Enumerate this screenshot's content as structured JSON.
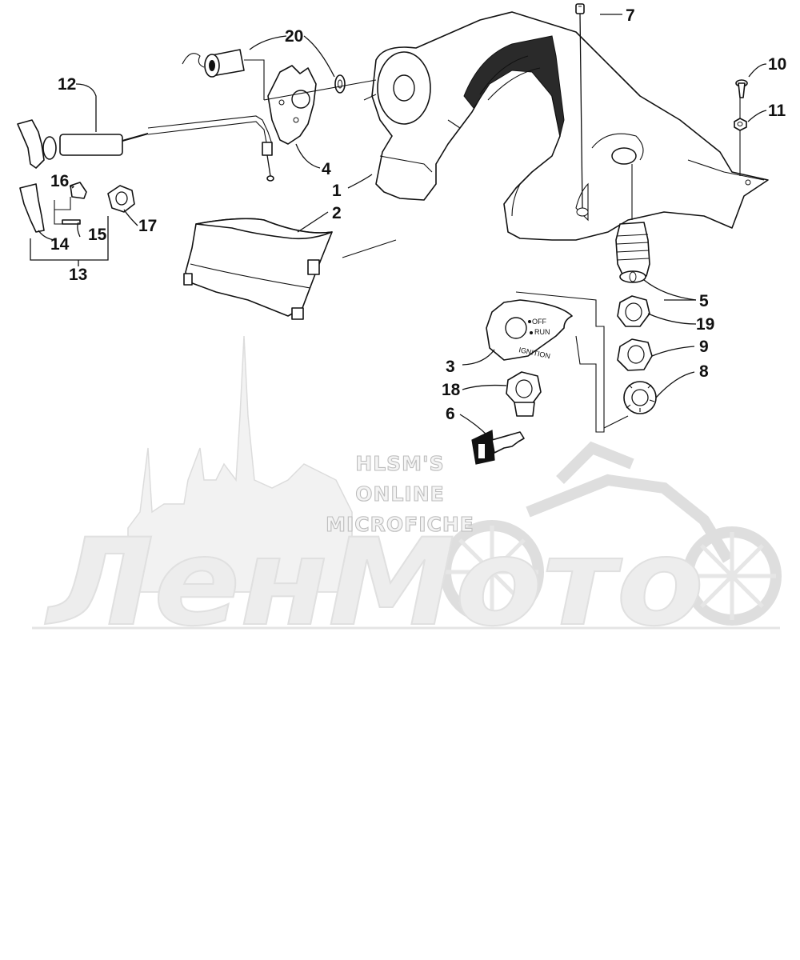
{
  "watermark": {
    "line1": "HLSM'S",
    "line2": "ONLINE",
    "line3": "MICROFICHE",
    "brand": "ЛенМото"
  },
  "switch_plate_text": {
    "ignition": "IGNITION",
    "off": "OFF",
    "run": "RUN"
  },
  "callouts": [
    {
      "id": "1",
      "label": "1"
    },
    {
      "id": "2",
      "label": "2"
    },
    {
      "id": "3",
      "label": "3"
    },
    {
      "id": "4",
      "label": "4"
    },
    {
      "id": "5",
      "label": "5"
    },
    {
      "id": "6",
      "label": "6"
    },
    {
      "id": "7",
      "label": "7"
    },
    {
      "id": "8",
      "label": "8"
    },
    {
      "id": "9",
      "label": "9"
    },
    {
      "id": "10",
      "label": "10"
    },
    {
      "id": "11",
      "label": "11"
    },
    {
      "id": "12",
      "label": "12"
    },
    {
      "id": "13",
      "label": "13"
    },
    {
      "id": "14",
      "label": "14"
    },
    {
      "id": "15",
      "label": "15"
    },
    {
      "id": "16",
      "label": "16"
    },
    {
      "id": "17",
      "label": "17"
    },
    {
      "id": "18",
      "label": "18"
    },
    {
      "id": "19",
      "label": "19"
    },
    {
      "id": "20",
      "label": "20"
    }
  ]
}
